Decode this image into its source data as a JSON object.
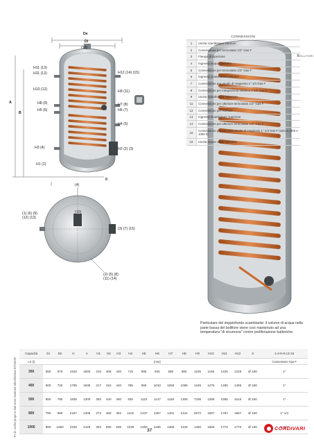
{
  "tank_labels": {
    "de": "De",
    "di": "Di",
    "a": "A",
    "b": "B",
    "n18": "(18)",
    "h11": "H11 (13)",
    "h11b": "H11 (13)",
    "h10": "H10 (12)",
    "h8": "H8 (9)",
    "h5": "H5 (6)",
    "h3": "H3 (4)",
    "h1": "H1 (1)",
    "h12": "H12 (14) (15)",
    "h9": "H9 (11)",
    "h7": "H7 (8)",
    "h6": "H6 (7)",
    "h4": "H4 (5)",
    "h2": "H2 (2) (3)",
    "zero": "0"
  },
  "top_view_labels": {
    "l10": "(10)",
    "l4": "(4)",
    "left": "(1) (6) (9)\n(12) (13)",
    "right": "(3) (7) (15)",
    "bottom": "(2) (5) (8)\n(11) (14)"
  },
  "connections": {
    "title": "CONNESSIONI",
    "items": [
      {
        "n": "1",
        "text": "Uscita scambiatore inferiore"
      },
      {
        "n": "2",
        "text": "Connessione per termostato 1/2\" Gas F"
      },
      {
        "n": "3",
        "text": "Flangia di ispezione"
      },
      {
        "n": "4",
        "text": "Ingresso acqua sanitaria"
      },
      {
        "n": "5",
        "text": "Connessione per termostato 1/2\" Gas F"
      },
      {
        "n": "6",
        "text": "Ingresso scambiatore inferiore"
      },
      {
        "n": "7",
        "text": "Connessione per anodo di magnesio 1\" 1/4 Gas F"
      },
      {
        "n": "8",
        "text": "Connessione per integrazione elettrica 1\"1/2 Gas F"
      },
      {
        "n": "9",
        "text": "Uscita scambiatore superiore"
      },
      {
        "n": "11",
        "text": "Connessione per ulteriore termostato 1/2\" Gas F"
      },
      {
        "n": "12",
        "text": "Connessione per ricircolo"
      },
      {
        "n": "13",
        "text": "Ingresso scambiatore superiore"
      },
      {
        "n": "14",
        "text": "Connessione per ulteriore termostato 1/2\" Gas F"
      },
      {
        "n": "15",
        "text": "Connessione per secondo anodo di magnesio 1\" 1/4 Gas F (solo su 800 e 1000 lt)"
      },
      {
        "n": "16",
        "text": "Uscita acqua calda sanitaria"
      }
    ]
  },
  "side_title": "Bollitori",
  "note": "Particolare del doppiofondo scambiante: il volume di acqua nella parte bassa del bollitore viene così mantenuto ad una temperatura \"di sicurezza\" contro proliferazione batteriche.",
  "vertical_note": "P.I.D. codici propri e dati sono rinvenuti alla Direttiva 97/23/CE",
  "dimensions": {
    "headers": [
      "Capacità",
      "Di",
      "De",
      "H",
      "A",
      "H1",
      "H2",
      "H3",
      "H4",
      "H5",
      "H6",
      "H7",
      "H8",
      "H9",
      "H10",
      "H11",
      "H12",
      "3",
      "1-4-6-9-13-16"
    ],
    "units": [
      "Ltr (l)",
      "",
      "",
      "",
      "",
      "",
      "",
      "",
      "",
      "",
      "[mm]",
      "",
      "",
      "",
      "",
      "",
      "",
      "",
      "Connessioni Gas F"
    ],
    "rows": [
      [
        "300",
        "550",
        "670",
        "1520",
        "1660",
        "210",
        "405",
        "440",
        "715",
        "895",
        "925",
        "985",
        "985",
        "1105",
        "1165",
        "1225",
        "1228",
        "Ø 180",
        "1\""
      ],
      [
        "400",
        "600",
        "720",
        "1795",
        "1935",
        "217",
        "415",
        "440",
        "785",
        "965",
        "1010",
        "1050",
        "1085",
        "1245",
        "1275",
        "1485",
        "1495",
        "Ø 180",
        "1\""
      ],
      [
        "500",
        "650",
        "790",
        "1835",
        "1300",
        "250",
        "440",
        "460",
        "830",
        "1110",
        "1147",
        "1180",
        "1305",
        "7335",
        "1395",
        "1585",
        "1515",
        "Ø 180",
        "1\""
      ],
      [
        "800",
        "790",
        "990",
        "2187",
        "1305",
        "272",
        "480",
        "492",
        "1102",
        "1237",
        "1367",
        "1401",
        "1422",
        "2572",
        "1557",
        "1787",
        "1807",
        "Ø 180",
        "1\" 1/4"
      ],
      [
        "1000",
        "850",
        "1050",
        "2190",
        "1425",
        "304",
        "580",
        "536",
        "1039",
        "1260",
        "1295",
        "1360",
        "1426",
        "1450",
        "1565",
        "1770",
        "1770",
        "Ø 180",
        "1\" 1/4"
      ]
    ]
  },
  "page_number": "37",
  "brand": "CORDIVARI",
  "colors": {
    "coil": "#c9682c",
    "tank": "#b8bcbf",
    "brand": "#d71920"
  }
}
